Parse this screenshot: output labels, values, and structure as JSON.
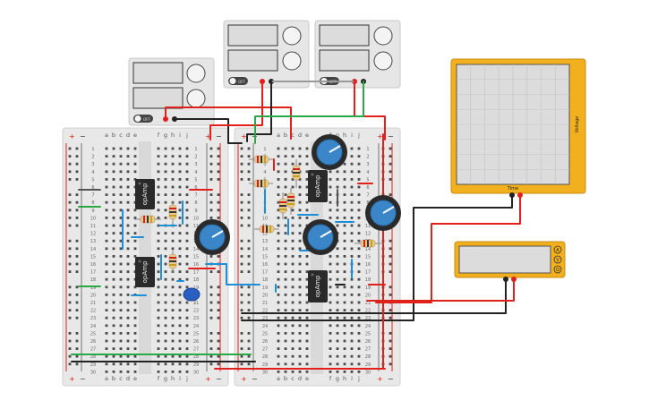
{
  "colors": {
    "wire_red": "#e0201b",
    "wire_black": "#222222",
    "wire_green": "#2aa845",
    "wire_blue": "#1d8fd6",
    "breadboard": "#e8e8e8",
    "supply_body": "#e6e6e6",
    "scope_frame": "#f2b01e",
    "screen": "#dcdcdc",
    "pot_knob": "#3a86c8",
    "chip": "#2a2a2a"
  },
  "breadboard": {
    "cols_left": [
      "a",
      "b",
      "c",
      "d",
      "e"
    ],
    "cols_right": [
      "f",
      "g",
      "h",
      "i",
      "j"
    ],
    "rows": [
      "1",
      "2",
      "3",
      "4",
      "5",
      "6",
      "7",
      "8",
      "9",
      "10",
      "11",
      "12",
      "13",
      "14",
      "15",
      "16",
      "17",
      "18",
      "19",
      "20",
      "21",
      "22",
      "23",
      "24",
      "25",
      "26",
      "27",
      "28",
      "29",
      "30"
    ],
    "plus": "+",
    "minus": "−"
  },
  "chips": [
    {
      "label": "opAmp"
    },
    {
      "label": "opAmp"
    },
    {
      "label": "opAmp"
    },
    {
      "label": "opAmp"
    }
  ],
  "power_supplies": [
    {
      "switch_label": "OFF"
    },
    {
      "switch_label": "OFF"
    },
    {
      "switch_label": "OFF"
    }
  ],
  "oscilloscope": {
    "x_label": "Time",
    "y_label": "Voltage"
  },
  "multimeter": {
    "modes": [
      "A",
      "V",
      "Ω"
    ]
  }
}
